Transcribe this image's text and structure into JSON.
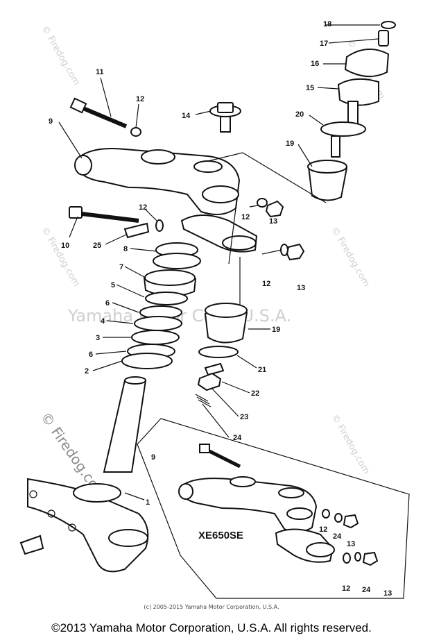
{
  "watermarks": {
    "center": "Yamaha Motor Corp. U.S.A.",
    "site": "© Firedog.com"
  },
  "labels": {
    "l1": "1",
    "l2": "2",
    "l3": "3",
    "l4": "4",
    "l5": "5",
    "l6": "6",
    "l6b": "6",
    "l7": "7",
    "l8": "8",
    "l9": "9",
    "l9b": "9",
    "l10": "10",
    "l11": "11",
    "l12a": "12",
    "l12b": "12",
    "l12c": "12",
    "l12d": "12",
    "l12e": "12",
    "l12f": "12",
    "l13a": "13",
    "l13b": "13",
    "l13c": "13",
    "l13d": "13",
    "l14": "14",
    "l15": "15",
    "l16": "16",
    "l17": "17",
    "l18": "18",
    "l19a": "19",
    "l19b": "19",
    "l20": "20",
    "l21": "21",
    "l22": "22",
    "l23": "23",
    "l24": "24",
    "l24b": "24",
    "l24c": "24",
    "l25": "25"
  },
  "inset_title": "XE650SE",
  "caption_small": "(c) 2005-2015 Yamaha Motor Corporation, U.S.A.",
  "caption_main": "©2013 Yamaha Motor Corporation, U.S.A. All rights reserved."
}
